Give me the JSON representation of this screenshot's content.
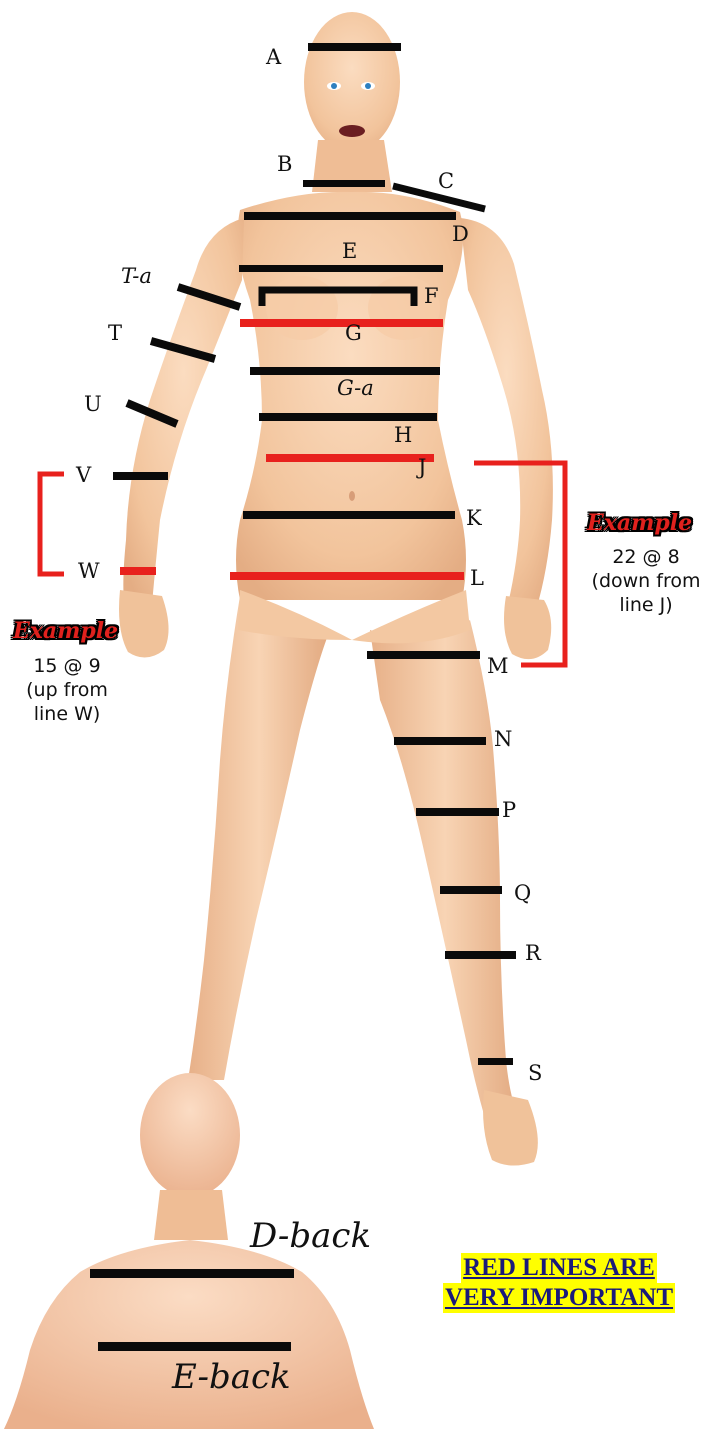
{
  "labels": {
    "A": "A",
    "B": "B",
    "C": "C",
    "D": "D",
    "E": "E",
    "F": "F",
    "G": "G",
    "Ga": "G-a",
    "H": "H",
    "J": "J",
    "K": "K",
    "L": "L",
    "M": "M",
    "N": "N",
    "P": "P",
    "Q": "Q",
    "R": "R",
    "S": "S",
    "Ta": "T-a",
    "T": "T",
    "U": "U",
    "V": "V",
    "W": "W",
    "Dback": "D-back",
    "Eback": "E-back"
  },
  "example_left": {
    "badge": "Example",
    "line1": "15 @ 9",
    "line2": "(up from",
    "line3": "line W)"
  },
  "example_right": {
    "badge": "Example",
    "line1": "22 @ 8",
    "line2": "(down from",
    "line3": "line J)"
  },
  "notice": {
    "line1": "RED LINES ARE",
    "line2": "VERY IMPORTANT"
  },
  "colors": {
    "black_line": "#0a0a0a",
    "red_line": "#e8211d",
    "skin": "#f3c8a2",
    "notice_bg": "#ffff00",
    "notice_text": "#1a1a7a"
  }
}
